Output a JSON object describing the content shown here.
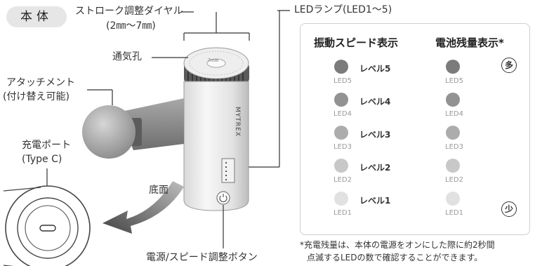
{
  "badge": "本体",
  "labels": {
    "dial": "ストローク調整ダイヤル",
    "dial_range": "(2㎜〜7㎜)",
    "led_lamp": "LEDランプ(LED1〜5)",
    "vent": "通気孔",
    "attachment": "アタッチメント",
    "attachment_sub": "(付け替え可能)",
    "port": "充電ポート",
    "port_sub": "(Type C)",
    "bottom": "底面",
    "power": "電源/スピード調整ボタン",
    "brand": "MYTREX",
    "dial_mark": "7mm"
  },
  "panel": {
    "left_title": "振動スピード表示",
    "right_title": "電池残量表示*",
    "gauge_label": "充電残量",
    "high": "多",
    "low": "少",
    "rows": [
      {
        "led": "LED5",
        "level": "レベル5",
        "color": "#7b7b7b"
      },
      {
        "led": "LED4",
        "level": "レベル4",
        "color": "#929292"
      },
      {
        "led": "LED3",
        "level": "レベル3",
        "color": "#acacac"
      },
      {
        "led": "LED2",
        "level": "レベル2",
        "color": "#c8c8c8"
      },
      {
        "led": "LED1",
        "level": "レベル1",
        "color": "#e1e1e1"
      }
    ]
  },
  "footnote": {
    "line1": "*充電残量は、本体の電源をオンにした際に約2秒間",
    "line2": "点滅するLEDの数で確認することができます。"
  }
}
